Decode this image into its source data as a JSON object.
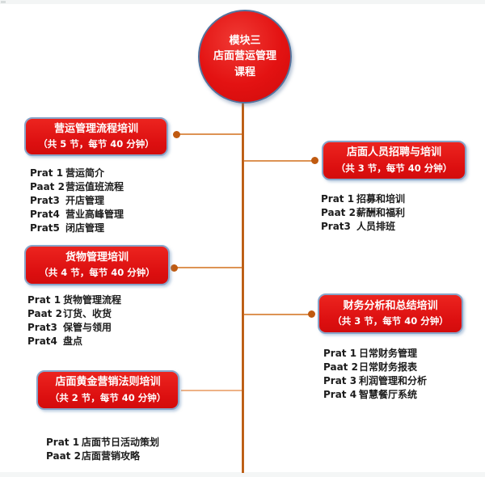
{
  "root": {
    "title_lines": [
      "模块三",
      "店面营运管理",
      "课程"
    ]
  },
  "colors": {
    "node_red": "#e01212",
    "trunk_orange": "#af4f07",
    "connector_orange": "#dd9354",
    "dot_orange": "#c05a10",
    "text_dark": "#1c1c1c",
    "text_white": "#ffffff"
  },
  "branches": [
    {
      "id": "operations-process",
      "side": "left",
      "title": "营运管理流程培训",
      "subtitle": "（共 5 节，每节 40 分钟）",
      "items": [
        {
          "label": "Prat 1",
          "text": "营运简介"
        },
        {
          "label": "Paat 2",
          "text": "营运值班流程"
        },
        {
          "label": "Prat3",
          "text": "开店管理"
        },
        {
          "label": "Prat4",
          "text": "营业高峰管理"
        },
        {
          "label": "Prat5",
          "text": "闭店管理"
        }
      ]
    },
    {
      "id": "staff-recruiting",
      "side": "right",
      "title": "店面人员招聘与培训",
      "subtitle": "（共 3 节，每节 40 分钟）",
      "items": [
        {
          "label": "Prat 1",
          "text": "招募和培训"
        },
        {
          "label": "Paat 2",
          "text": "薪酬和福利"
        },
        {
          "label": "Prat3",
          "text": "人员排班"
        }
      ]
    },
    {
      "id": "goods-management",
      "side": "left",
      "title": "货物管理培训",
      "subtitle": "（共 4 节，每节 40 分钟）",
      "items": [
        {
          "label": "Prat 1",
          "text": "货物管理流程"
        },
        {
          "label": "Paat 2",
          "text": "订货、收货"
        },
        {
          "label": "Prat3",
          "text": "保管与领用"
        },
        {
          "label": "Prat4",
          "text": "盘点"
        }
      ]
    },
    {
      "id": "finance-analysis",
      "side": "right",
      "title": "财务分析和总结培训",
      "subtitle": "（共 3 节，每节 40 分钟）",
      "items": [
        {
          "label": "Prat 1",
          "text": "日常财务管理"
        },
        {
          "label": "Paat 2",
          "text": "日常财务报表"
        },
        {
          "label": "Prat 3",
          "text": "利润管理和分析"
        },
        {
          "label": "Prat 4",
          "text": "智慧餐厅系统"
        }
      ]
    },
    {
      "id": "golden-marketing",
      "side": "left",
      "title": "店面黄金营销法则培训",
      "subtitle": "（共 2 节，每节 40 分钟）",
      "items": [
        {
          "label": "Prat 1",
          "text": "店面节日活动策划"
        },
        {
          "label": "Paat 2",
          "text": "店面营销攻略"
        }
      ]
    }
  ]
}
